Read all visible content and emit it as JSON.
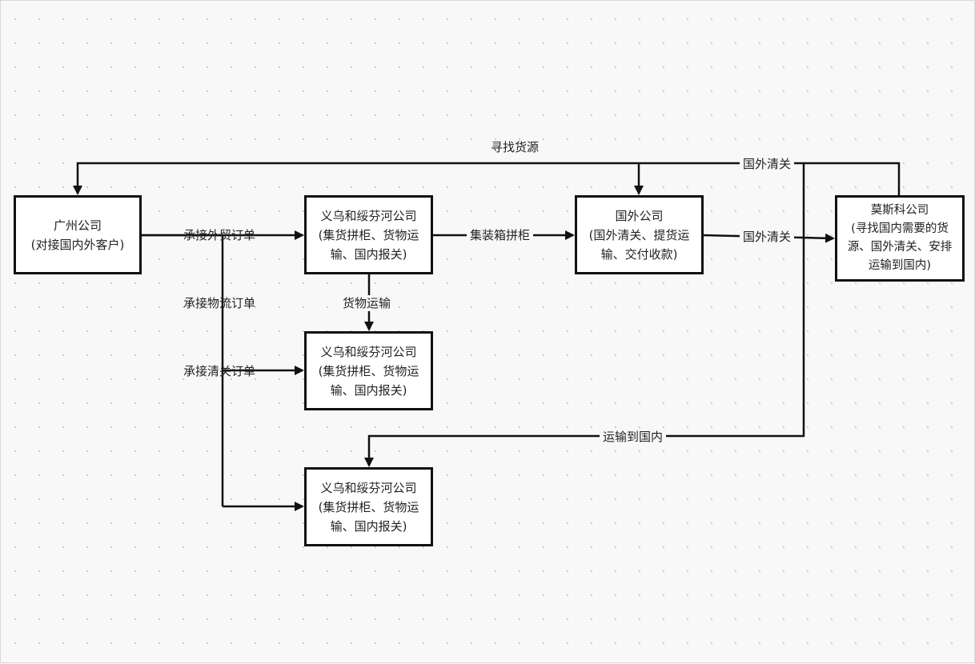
{
  "nodes": {
    "guangzhou": {
      "lines": [
        "广州公司",
        "(对接国内外客户)"
      ]
    },
    "yiwu_top": {
      "lines": [
        "义乌和绥芬河公司",
        "(集货拼柜、货物运",
        "输、国内报关)"
      ]
    },
    "yiwu_mid": {
      "lines": [
        "义乌和绥芬河公司",
        "(集货拼柜、货物运",
        "输、国内报关)"
      ]
    },
    "yiwu_bottom": {
      "lines": [
        "义乌和绥芬河公司",
        "(集货拼柜、货物运",
        "输、国内报关)"
      ]
    },
    "foreign": {
      "lines": [
        "国外公司",
        "(国外清关、提货运",
        "输、交付收款)"
      ]
    },
    "moscow": {
      "lines": [
        "莫斯科公司",
        "(寻找国内需要的货",
        "源、国外清关、安排",
        "运输到国内)"
      ]
    }
  },
  "edges": {
    "find_source": "寻找货源",
    "foreign_clearance_top": "国外清关",
    "foreign_trade_order": "承接外贸订单",
    "container_consolidation": "集装箱拼柜",
    "foreign_clearance_mid": "国外清关",
    "logistics_order": "承接物流订单",
    "cargo_transport": "货物运输",
    "customs_order": "承接清关订单",
    "transport_domestic": "运输到国内"
  }
}
